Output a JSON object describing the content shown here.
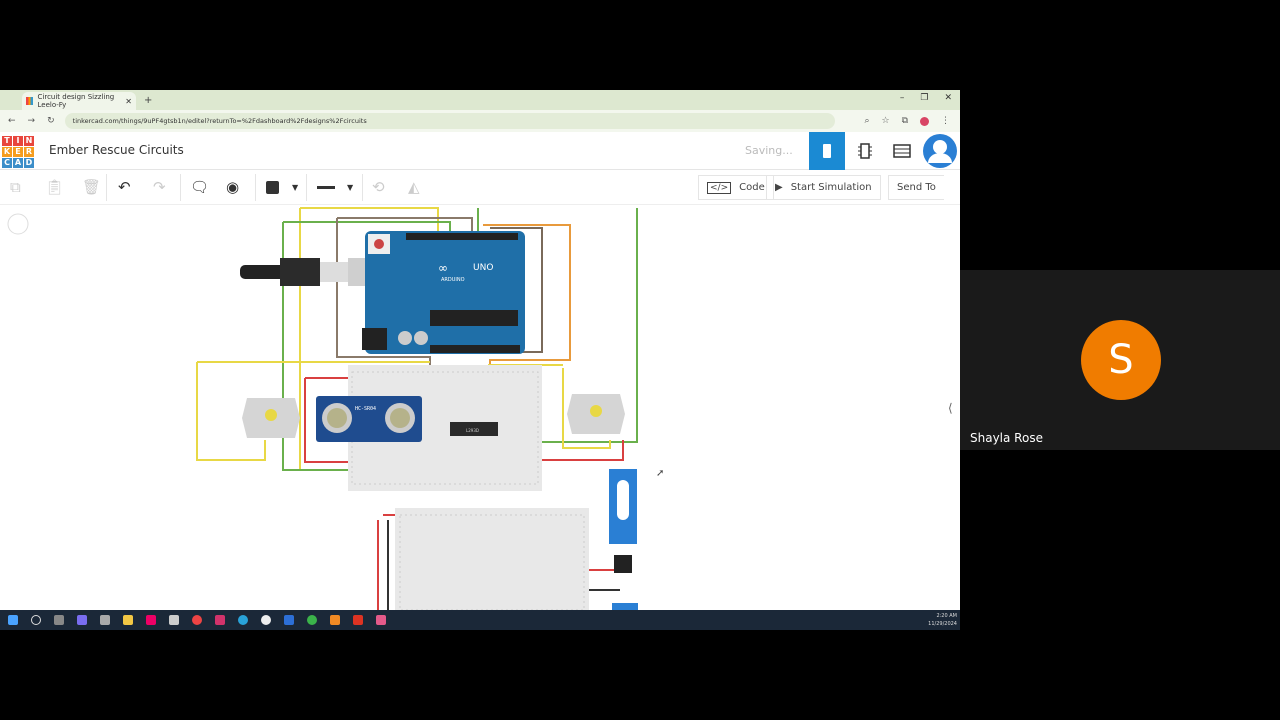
{
  "browser": {
    "tab_title": "Circuit design Sizzling Leelo-Fy",
    "url": "tinkercad.com/things/9uPF4gtsb1n/editel?returnTo=%2Fdashboard%2Fdesigns%2Fcircuits"
  },
  "app": {
    "logo": [
      "T",
      "I",
      "N",
      "K",
      "E",
      "R",
      "C",
      "A",
      "D"
    ],
    "design_title": "Ember Rescue Circuits",
    "status": "Saving...",
    "accent": "#1b8ad3"
  },
  "toolbar": {
    "code_label": "Code",
    "simulate_label": "Start Simulation",
    "send_label": "Send To"
  },
  "circuit": {
    "arduino_label": "UNO",
    "arduino_brand": "ARDUINO",
    "sensor_label": "HC-SR04",
    "driver_label": "L293D"
  },
  "taskbar": {
    "time": "2:20 AM",
    "date": "11/29/2024"
  },
  "call": {
    "participant_initial": "S",
    "participant_name": "Shayla Rose",
    "avatar_color": "#f07c00"
  }
}
